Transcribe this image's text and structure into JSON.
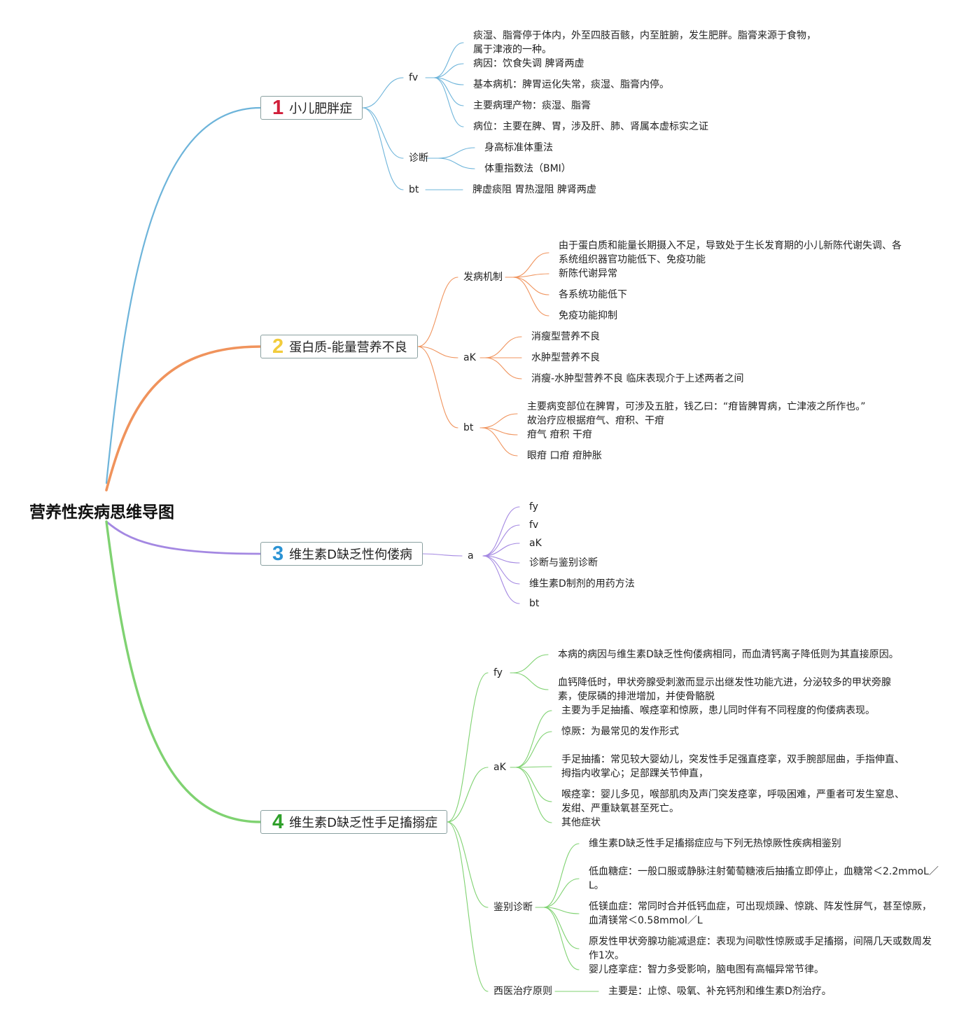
{
  "title": "营养性疾病思维导图",
  "colors": {
    "b1": "#6db4da",
    "b2": "#f0935c",
    "b3": "#a488e2",
    "b4": "#7fd271",
    "n1": "#d11f3a",
    "n2": "#f2cc3c",
    "n3": "#2b93d4",
    "n4": "#2fa02a"
  },
  "branches": [
    {
      "num": "1",
      "label": "小儿肥胖症",
      "subs": [
        {
          "label": "fv",
          "leaves": [
            "痰湿、脂膏停于体内，外至四肢百骸，内至脏腑，发生肥胖。脂膏来源于食物，\n属于津液的一种。",
            "病因：饮食失调 脾肾两虚",
            "基本病机：脾胃运化失常，痰湿、脂膏内停。",
            "主要病理产物：痰湿、脂膏",
            "病位：主要在脾、胃，涉及肝、肺、肾属本虚标实之证"
          ]
        },
        {
          "label": "诊断",
          "leaves": [
            "身高标准体重法",
            "体重指数法（BMI）"
          ]
        },
        {
          "label": "bt",
          "leaves": [
            "脾虚痰阻 胃热湿阻 脾肾两虚"
          ]
        }
      ]
    },
    {
      "num": "2",
      "label": "蛋白质-能量营养不良",
      "subs": [
        {
          "label": "发病机制",
          "leaves": [
            "由于蛋白质和能量长期摄入不足，导致处于生长发育期的小儿新陈代谢失调、各\n系统组织器官功能低下、免疫功能",
            "新陈代谢异常",
            "各系统功能低下",
            "免疫功能抑制"
          ]
        },
        {
          "label": "aK",
          "leaves": [
            "消瘦型营养不良",
            "水肿型营养不良",
            "消瘦-水肿型营养不良 临床表现介于上述两者之间"
          ]
        },
        {
          "label": "bt",
          "leaves": [
            "主要病变部位在脾胃，可涉及五脏，钱乙曰：“疳皆脾胃病，亡津液之所作也。”\n故治疗应根据疳气、疳积、干疳",
            "疳气 疳积 干疳",
            "眼疳 口疳 疳肿胀"
          ]
        }
      ]
    },
    {
      "num": "3",
      "label": "维生素D缺乏性佝偻病",
      "subs": [
        {
          "label": "a",
          "leaves": [
            "fy",
            "fv",
            "aK",
            "诊断与鉴别诊断",
            "维生素D制剂的用药方法",
            "bt"
          ]
        }
      ]
    },
    {
      "num": "4",
      "label": "维生素D缺乏性手足搐搦症",
      "subs": [
        {
          "label": "fy",
          "leaves": [
            "本病的病因与维生素D缺乏性佝偻病相同，而血清钙离子降低则为其直接原因。",
            "血钙降低时，甲状旁腺受刺激而显示出继发性功能亢进，分泌较多的甲状旁腺\n素，使尿磷的排泄增加，并使骨骼脱"
          ]
        },
        {
          "label": "aK",
          "leaves": [
            "主要为手足抽搐、喉痉挛和惊厥，患儿同时伴有不同程度的佝偻病表现。",
            "惊厥：为最常见的发作形式",
            "手足抽搐：常见较大婴幼儿，突发性手足强直痉挛，双手腕部屈曲，手指伸直、\n拇指内收掌心；足部踝关节伸直，",
            "喉痉挛：婴儿多见，喉部肌肉及声门突发痉挛，呼吸困难，严重者可发生窒息、\n发绀、严重缺氧甚至死亡。",
            "其他症状"
          ]
        },
        {
          "label": "鉴别诊断",
          "leaves": [
            "维生素D缺乏性手足搐搦症应与下列无热惊厥性疾病相鉴别",
            "低血糖症：一般口服或静脉注射葡萄糖液后抽搐立即停止，血糖常＜2.2mmoL／\nL。",
            "低镁血症：常同时合并低钙血症，可出现烦躁、惊跳、阵发性屏气，甚至惊厥，\n血清镁常＜0.58mmol／L",
            "原发性甲状旁腺功能减退症：表现为间歇性惊厥或手足搐搦，间隔几天或数周发\n作1次。",
            "婴儿痉挛症：智力多受影响，脑电图有高幅异常节律。"
          ]
        },
        {
          "label": "西医治疗原则",
          "leaves": [
            "主要是：止惊、吸氧、补充钙剂和维生素D剂治疗。"
          ]
        }
      ]
    }
  ]
}
